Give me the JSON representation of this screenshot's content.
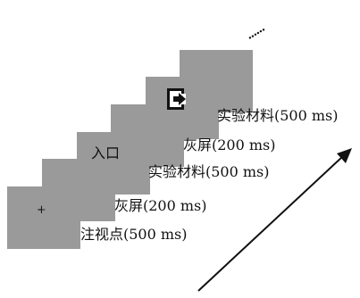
{
  "frames": [
    {
      "id": "fixation",
      "stimulus": "+",
      "label": "注视点(500 ms)"
    },
    {
      "id": "gray1",
      "stimulus": "",
      "label": "灰屏(200 ms)"
    },
    {
      "id": "material1",
      "stimulus": "入口",
      "label": "实验材料(500 ms)"
    },
    {
      "id": "gray2",
      "stimulus": "",
      "label": "灰屏(200 ms)"
    },
    {
      "id": "material2",
      "stimulus": "exit-sign-icon",
      "label": "实验材料(500 ms)"
    }
  ],
  "continuation": "......",
  "colors": {
    "frame": "#b8b8b8",
    "ink": "#111111"
  }
}
